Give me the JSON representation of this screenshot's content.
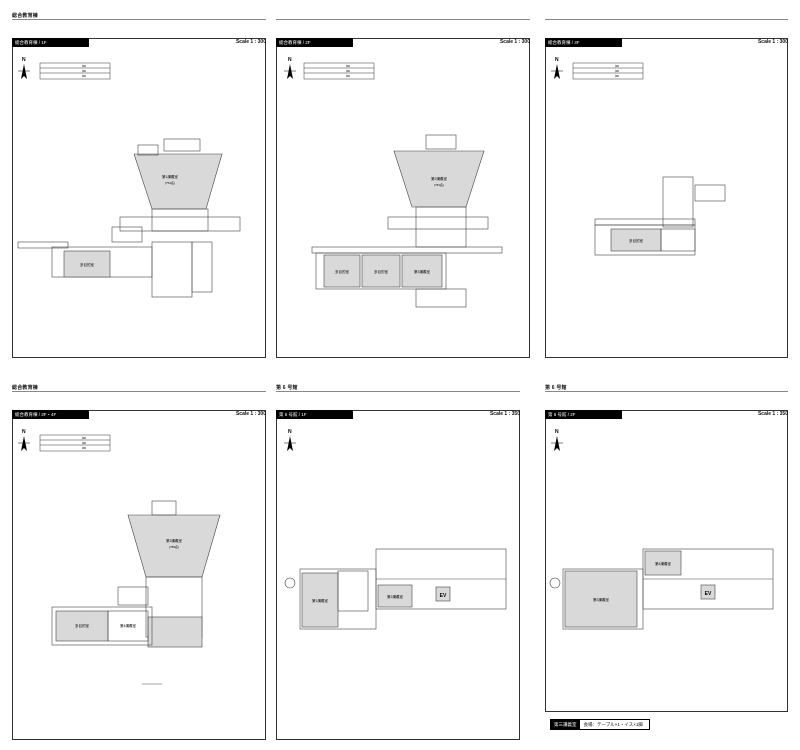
{
  "sheets": [
    {
      "section": "総合教育棟",
      "label": "総合教育棟 / 1F",
      "scale": "Scale 1 : 300"
    },
    {
      "section": "",
      "label": "総合教育棟 / 2F",
      "scale": "Scale 1 : 300"
    },
    {
      "section": "",
      "label": "総合教育棟 / 3F",
      "scale": "Scale 1 : 300"
    },
    {
      "section": "総合教育棟",
      "label": "総合教育棟 / 3F・4F",
      "scale": "Scale 1 : 300"
    },
    {
      "section": "第 6 号館",
      "label": "第 6 号館 / 1F",
      "scale": "Scale 1 : 350"
    },
    {
      "section": "第 6 号館",
      "label": "第 6 号館 / 2F",
      "scale": "Scale 1 : 350"
    }
  ],
  "compass": "N",
  "rooms": {
    "s1_big": "第1講義室",
    "s1_cap": "[752名]",
    "s1_b": "多目的室",
    "s2_big": "第2講義室",
    "s2_cap": "[752名]",
    "s2_a": "多目的室",
    "s2_b": "多目的室",
    "s2_c": "第3講義室",
    "s3_a": "多目的室",
    "s4_big": "第3講義室",
    "s4_cap": "[789名]",
    "s4_a": "多目的室",
    "s4_b": "第4講義室",
    "s5_a": "第1講義室",
    "s5_b": "第2講義室",
    "s6_a": "第3講義室",
    "s6_b": "第4講義室"
  },
  "ev_label": "EV",
  "legend": {
    "key": "第三講義室",
    "value": "会場：テーブル×1・イス×1脚"
  }
}
